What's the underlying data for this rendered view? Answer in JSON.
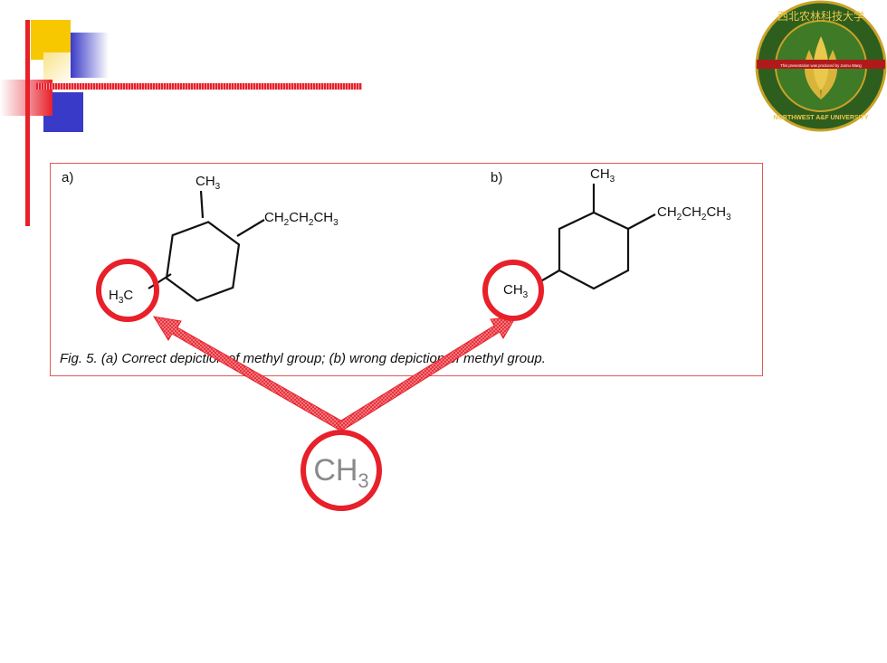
{
  "colors": {
    "accent_red": "#e8202a",
    "accent_yellow": "#f7c800",
    "accent_blue": "#3a3ac8",
    "frame_border": "#e0585a",
    "logo_green": "#2e5e1e",
    "logo_gold": "#c9a227"
  },
  "logo": {
    "top_text": "西北农林科技大学",
    "ribbon_text": "This presentation was produced by Junnu Wang",
    "bottom_text": "NORTHWEST A&F UNIVERSITY"
  },
  "figure": {
    "panel_a": {
      "label": "a)",
      "top_group": "CH",
      "top_group_sub": "3",
      "right_chain": [
        "CH",
        "2",
        "CH",
        "2",
        "CH",
        "3"
      ],
      "left_group_prefix": "H",
      "left_group_sub": "3",
      "left_group_suffix": "C"
    },
    "panel_b": {
      "label": "b)",
      "top_group": "CH",
      "top_group_sub": "3",
      "right_chain": [
        "CH",
        "2",
        "CH",
        "2",
        "CH",
        "3"
      ],
      "left_group": "CH",
      "left_group_sub": "3"
    },
    "caption": "Fig. 5.   (a) Correct depiction of methyl group; (b) wrong depiction of methyl group."
  },
  "callout": {
    "text": "CH",
    "sub": "3"
  }
}
